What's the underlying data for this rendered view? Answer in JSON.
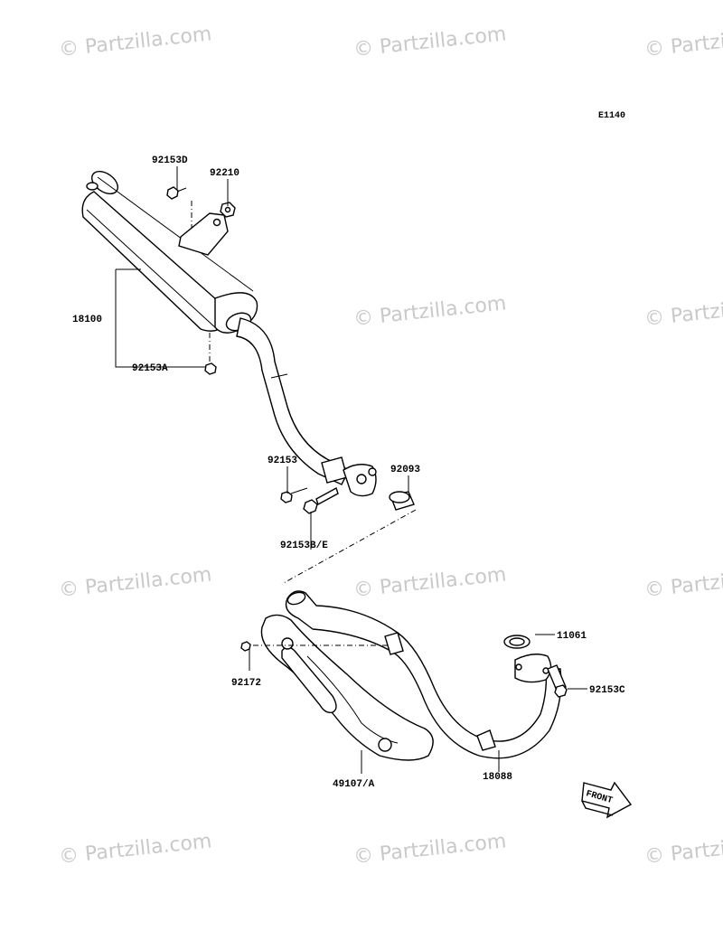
{
  "diagram": {
    "code": "E1140",
    "front_label": "FRONT",
    "watermark": "© Partzilla.com",
    "parts": [
      {
        "id": "92153D",
        "label": "92153D"
      },
      {
        "id": "92210",
        "label": "92210"
      },
      {
        "id": "18100",
        "label": "18100"
      },
      {
        "id": "92153A",
        "label": "92153A"
      },
      {
        "id": "92153",
        "label": "92153"
      },
      {
        "id": "92093",
        "label": "92093"
      },
      {
        "id": "92153BE",
        "label": "92153B/E"
      },
      {
        "id": "11061",
        "label": "11061"
      },
      {
        "id": "92153C",
        "label": "92153C"
      },
      {
        "id": "92172",
        "label": "92172"
      },
      {
        "id": "49107A",
        "label": "49107/A"
      },
      {
        "id": "18088",
        "label": "18088"
      }
    ]
  }
}
